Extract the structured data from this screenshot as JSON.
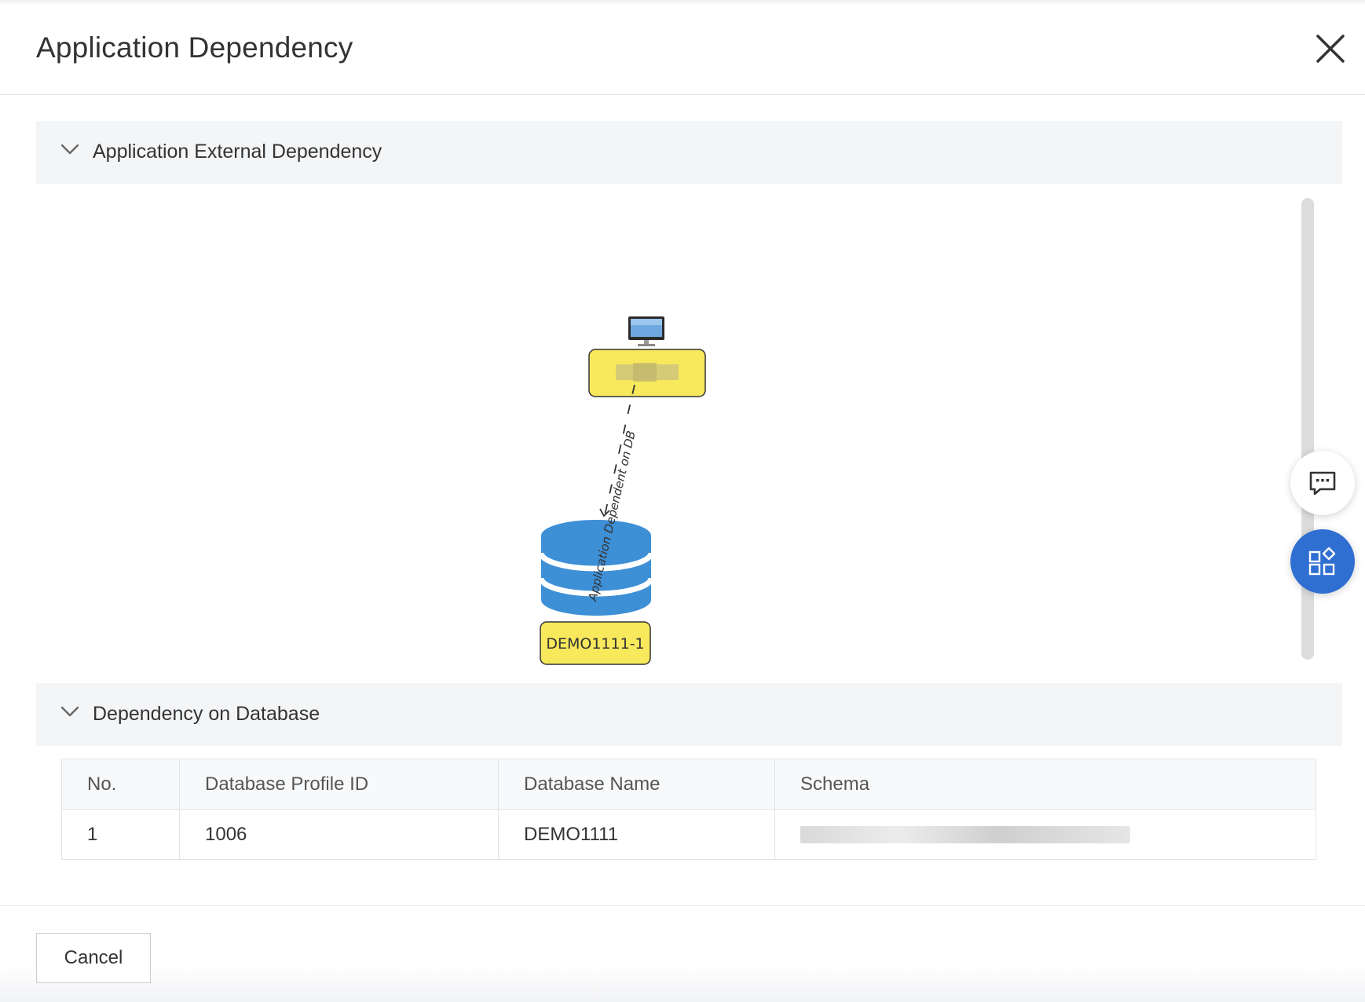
{
  "dialog": {
    "title": "Application Dependency",
    "close_icon": "close-icon"
  },
  "sections": {
    "external": {
      "label": "Application External Dependency",
      "icon": "chevron-down-icon"
    },
    "database": {
      "label": "Dependency on Database",
      "icon": "chevron-down-icon"
    }
  },
  "graph": {
    "app_node": {
      "icon": "computer-icon",
      "label": ""
    },
    "db_node": {
      "icon": "database-icon",
      "label": "DEMO1111-1"
    },
    "edge_label": "Application Dependent on DB",
    "node_color": "#f7e85c",
    "db_color": "#3d8fd6"
  },
  "table": {
    "headers": [
      "No.",
      "Database Profile ID",
      "Database Name",
      "Schema"
    ],
    "rows": [
      {
        "no": "1",
        "profile_id": "1006",
        "db_name": "DEMO1111",
        "schema": ""
      }
    ]
  },
  "floating": {
    "chat_icon": "chat-icon",
    "apps_icon": "apps-icon",
    "accent": "#2f6fd1"
  },
  "footer": {
    "cancel_label": "Cancel"
  }
}
